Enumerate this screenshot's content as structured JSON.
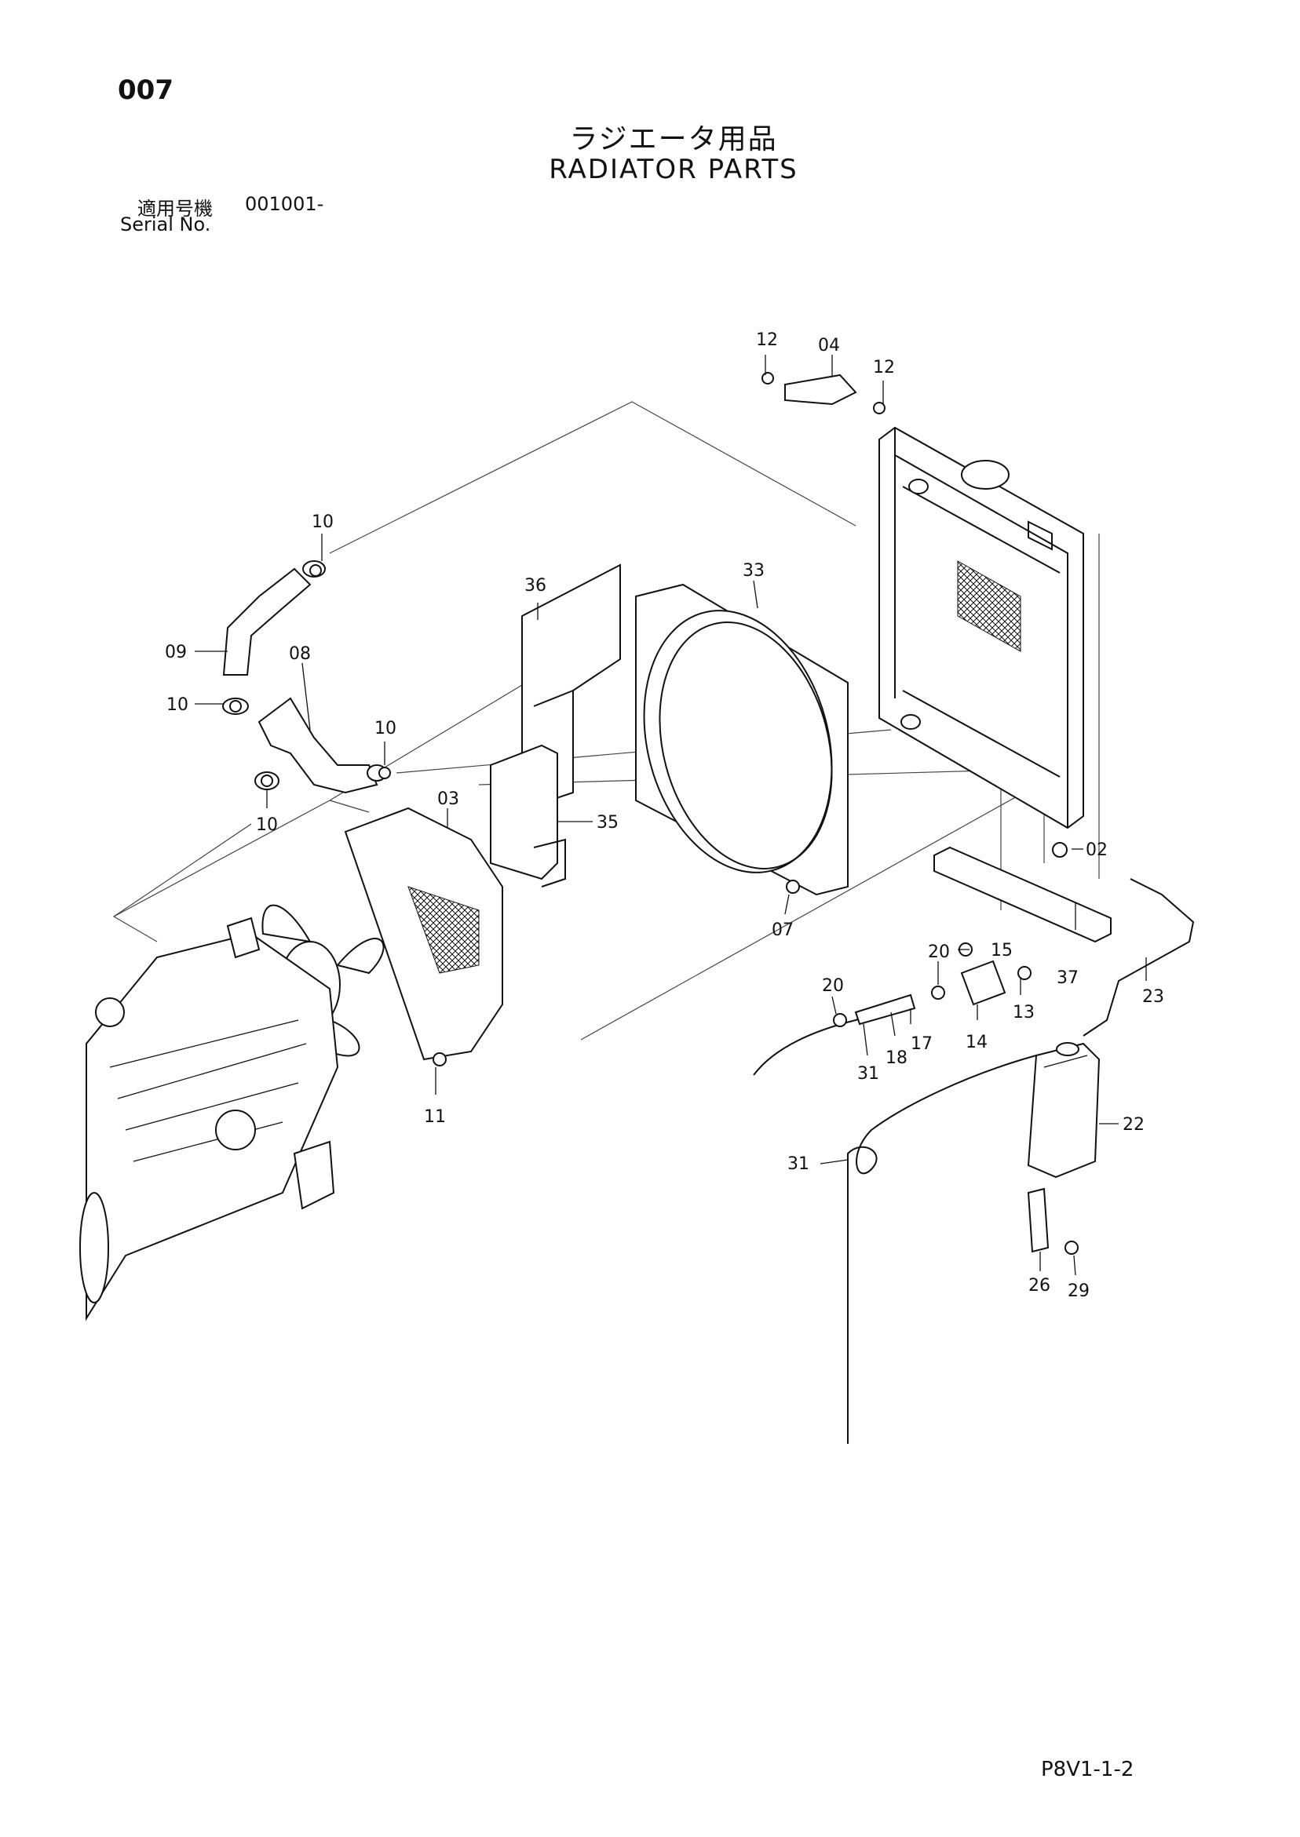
{
  "header": {
    "page_number": "007",
    "title_jp": "ラジエータ用品",
    "title_en": "RADIATOR PARTS",
    "serial_label_jp": "適用号機",
    "serial_value": "001001-",
    "serial_label_en": "Serial No."
  },
  "footer": {
    "code": "P8V1-1-2"
  },
  "callouts": [
    {
      "id": "c12a",
      "text": "12"
    },
    {
      "id": "c04",
      "text": "04"
    },
    {
      "id": "c12b",
      "text": "12"
    },
    {
      "id": "c10a",
      "text": "10"
    },
    {
      "id": "c36",
      "text": "36"
    },
    {
      "id": "c33",
      "text": "33"
    },
    {
      "id": "c09",
      "text": "09"
    },
    {
      "id": "c08",
      "text": "08"
    },
    {
      "id": "c10b",
      "text": "10"
    },
    {
      "id": "c10c",
      "text": "10"
    },
    {
      "id": "c10d",
      "text": "10"
    },
    {
      "id": "c03",
      "text": "03"
    },
    {
      "id": "c35",
      "text": "35"
    },
    {
      "id": "c02",
      "text": "02"
    },
    {
      "id": "c07",
      "text": "07"
    },
    {
      "id": "c20a",
      "text": "20"
    },
    {
      "id": "c15",
      "text": "15"
    },
    {
      "id": "c20b",
      "text": "20"
    },
    {
      "id": "c37",
      "text": "37"
    },
    {
      "id": "c23",
      "text": "23"
    },
    {
      "id": "c13",
      "text": "13"
    },
    {
      "id": "c14",
      "text": "14"
    },
    {
      "id": "c17",
      "text": "17"
    },
    {
      "id": "c18",
      "text": "18"
    },
    {
      "id": "c31a",
      "text": "31"
    },
    {
      "id": "c11",
      "text": "11"
    },
    {
      "id": "c22",
      "text": "22"
    },
    {
      "id": "c31b",
      "text": "31"
    },
    {
      "id": "c26",
      "text": "26"
    },
    {
      "id": "c29",
      "text": "29"
    }
  ]
}
